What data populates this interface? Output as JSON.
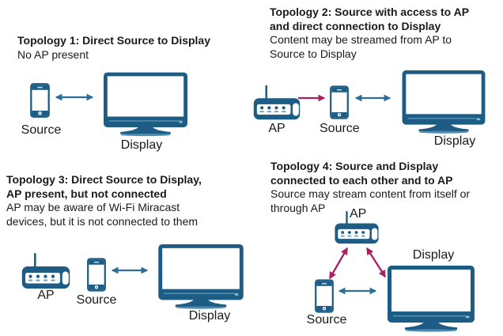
{
  "page": {
    "background": "#ffffff"
  },
  "colors": {
    "icon_blue": "#1d5c84",
    "icon_blue_light": "#6f9cb8",
    "arrow_blue": "#2d6e96",
    "arrow_magenta": "#a81f63",
    "text": "#1a1a1a"
  },
  "icons": {
    "phone": "smartphone-source-icon",
    "tv": "television-display-icon",
    "router": "access-point-router-icon",
    "double_arrow": "bidirectional-arrow-icon",
    "single_arrow": "directional-arrow-icon"
  },
  "topologies": [
    {
      "title": "Topology 1: Direct Source to Display",
      "subtitle": "No AP present",
      "source_label": "Source",
      "display_label": "Display"
    },
    {
      "title": "Topology 2: Source with access to AP\nand direct connection to Display",
      "subtitle": "Content may be streamed from AP to\nSource to Display",
      "ap_label": "AP",
      "source_label": "Source",
      "display_label": "Display"
    },
    {
      "title": "Topology 3: Direct Source to Display,\nAP present, but not connected",
      "subtitle": "AP may be aware of Wi-Fi Miracast\ndevices, but it is not connected to them",
      "ap_label": "AP",
      "source_label": "Source",
      "display_label": "Display"
    },
    {
      "title": "Topology 4: Source and Display\nconnected to each other and to AP",
      "subtitle": "Source may stream content from itself or\nthrough AP",
      "ap_label": "AP",
      "source_label": "Source",
      "display_label": "Display"
    }
  ]
}
